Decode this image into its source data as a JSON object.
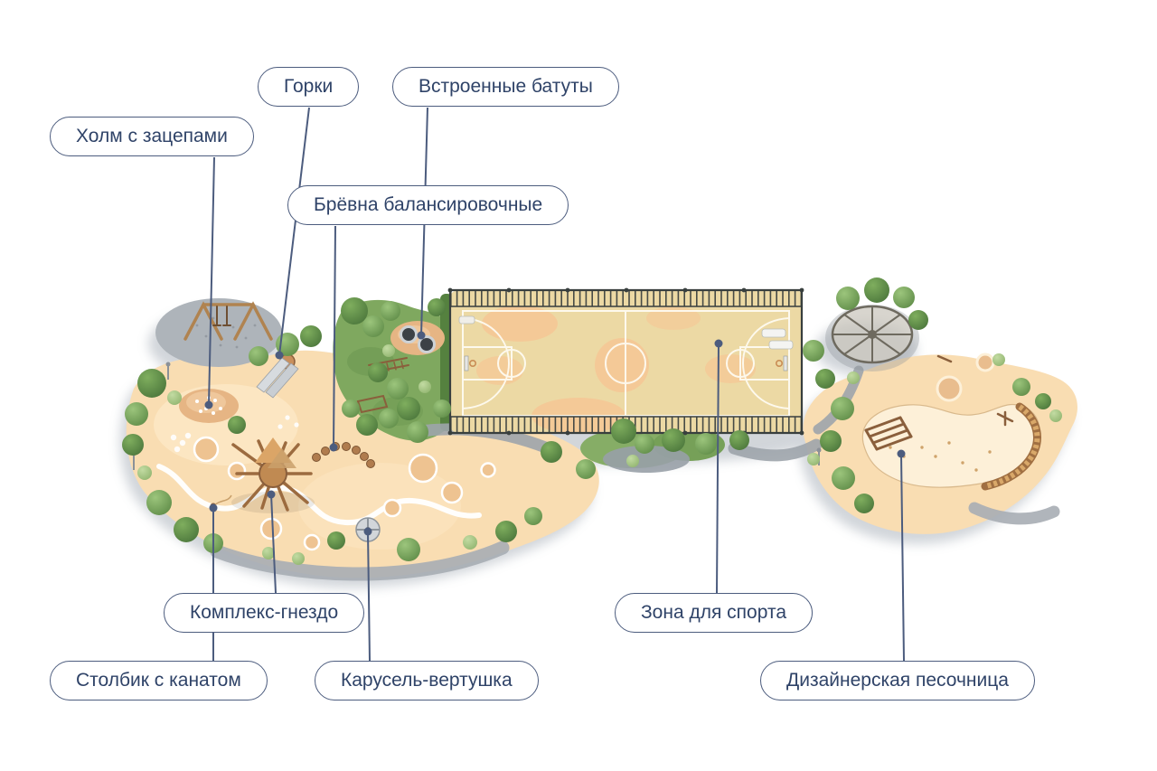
{
  "callouts": [
    {
      "id": "slides",
      "text": "Горки"
    },
    {
      "id": "trampolines",
      "text": "Встроенные батуты"
    },
    {
      "id": "hill-grips",
      "text": "Холм с зацепами"
    },
    {
      "id": "balance-logs",
      "text": "Брёвна балансировочные"
    },
    {
      "id": "nest-complex",
      "text": "Комплекс-гнездо"
    },
    {
      "id": "sport-zone",
      "text": "Зона для спорта"
    },
    {
      "id": "rope-post",
      "text": "Столбик с канатом"
    },
    {
      "id": "carousel",
      "text": "Карусель-вертушка"
    },
    {
      "id": "designer-sandbox",
      "text": "Дизайнерская песочница"
    }
  ],
  "style": {
    "background": "#ffffff",
    "label_border_color": "#4c5c7e",
    "label_text_color": "#2f4368",
    "leader_line_color": "#4c5c7e",
    "sand_color": "#f9ddb2",
    "court_color": "#ecd9a4",
    "grass_color": "#7fa85f",
    "fence_color": "#383f3e"
  }
}
